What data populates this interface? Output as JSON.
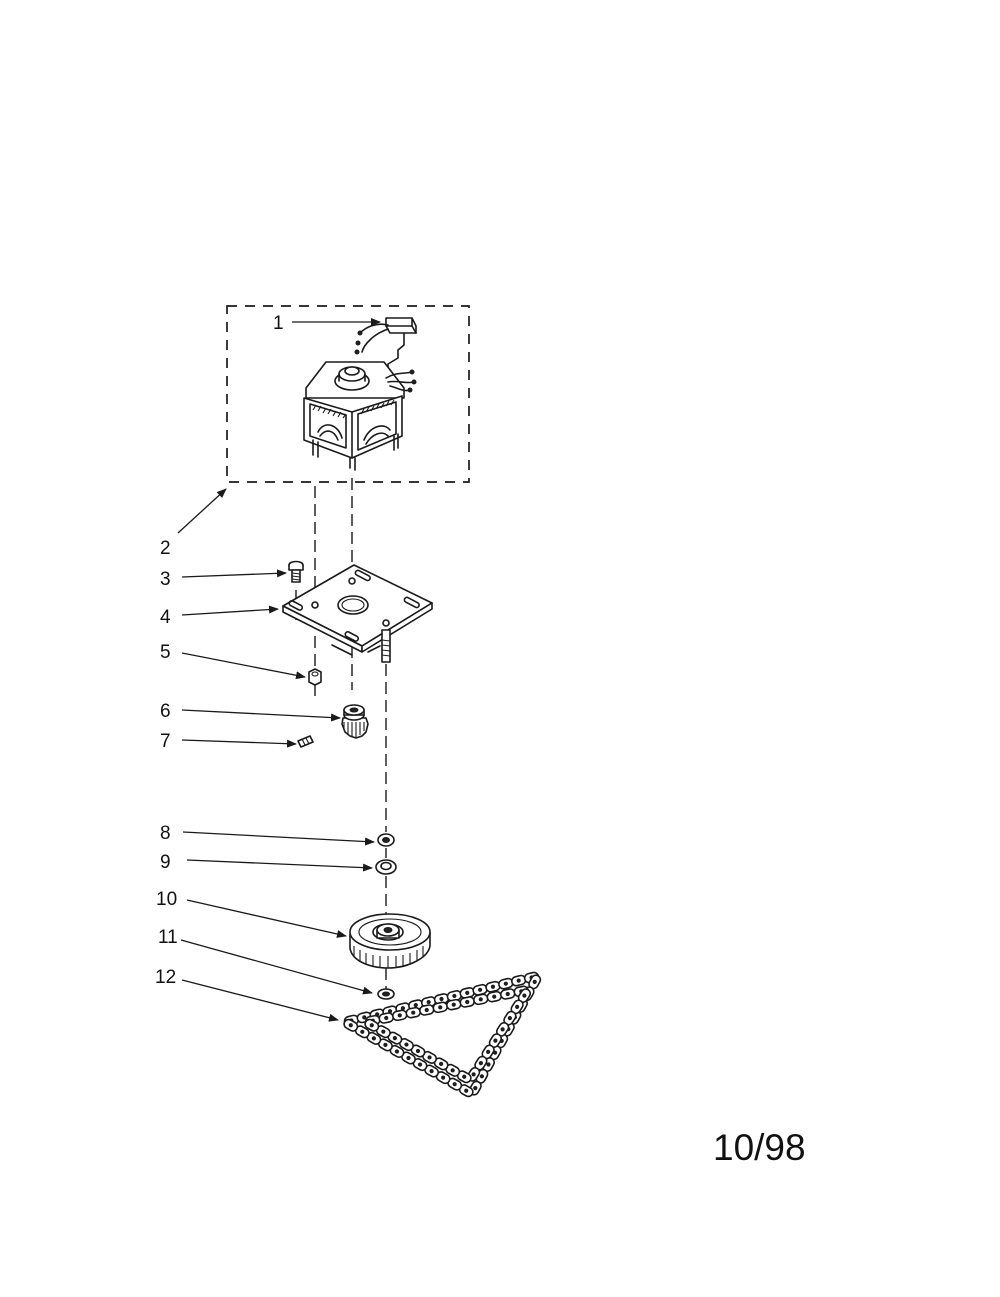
{
  "diagram": {
    "callouts": [
      {
        "id": "1",
        "label": "1"
      },
      {
        "id": "2",
        "label": "2"
      },
      {
        "id": "3",
        "label": "3"
      },
      {
        "id": "4",
        "label": "4"
      },
      {
        "id": "5",
        "label": "5"
      },
      {
        "id": "6",
        "label": "6"
      },
      {
        "id": "7",
        "label": "7"
      },
      {
        "id": "8",
        "label": "8"
      },
      {
        "id": "9",
        "label": "9"
      },
      {
        "id": "10",
        "label": "10"
      },
      {
        "id": "11",
        "label": "11"
      },
      {
        "id": "12",
        "label": "12"
      }
    ],
    "date_stamp": "10/98"
  }
}
